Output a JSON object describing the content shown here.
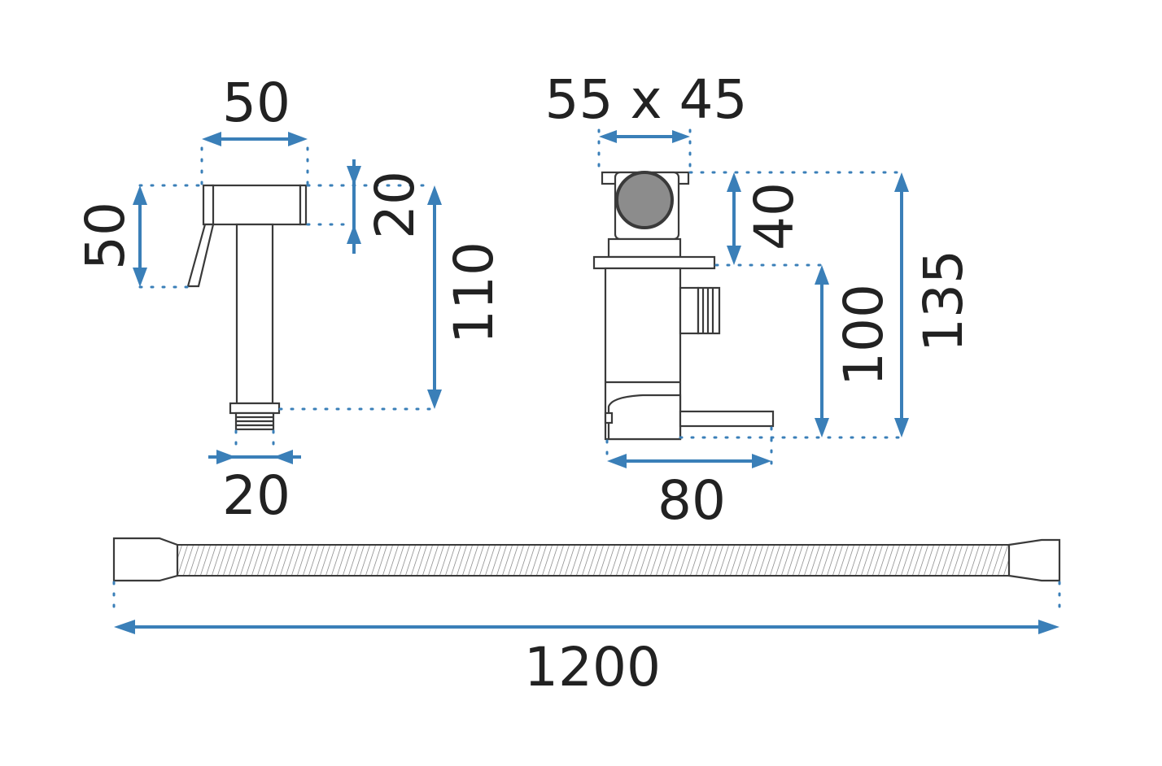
{
  "colors": {
    "dimension": "#3a7fb8",
    "outline": "#3a3a3a",
    "grey_fill": "#8c8c8c"
  },
  "sprayer": {
    "width_label": "50",
    "height_left_label": "50",
    "head_height_label": "20",
    "total_height_label": "110",
    "thread_label": "20"
  },
  "valve": {
    "plate_label": "55 x 45",
    "top_label": "40",
    "body_label": "100",
    "total_label": "135",
    "depth_label": "80"
  },
  "hose": {
    "length_label": "1200"
  }
}
